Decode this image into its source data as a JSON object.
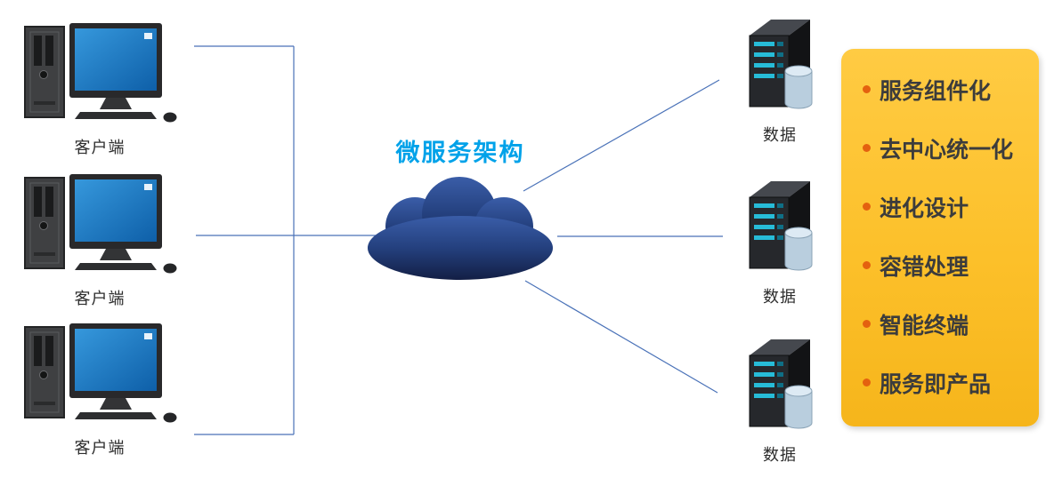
{
  "diagram_title": "微服务架构",
  "clients": [
    {
      "label": "客户端"
    },
    {
      "label": "客户端"
    },
    {
      "label": "客户端"
    }
  ],
  "servers": [
    {
      "label": "数据"
    },
    {
      "label": "数据"
    },
    {
      "label": "数据"
    }
  ],
  "panel": {
    "items": [
      {
        "label": "服务组件化"
      },
      {
        "label": "去中心统一化"
      },
      {
        "label": "进化设计"
      },
      {
        "label": "容错处理"
      },
      {
        "label": "智能终端"
      },
      {
        "label": "服务即产品"
      }
    ]
  },
  "colors": {
    "title_text": "#00A2E9",
    "panel_background": "#FCC02A",
    "panel_bullet": "#E4610F",
    "panel_text": "#3C3C3C",
    "connector_line": "#4A72B8",
    "cloud_top": "#3A5DA8",
    "cloud_bottom": "#131F45",
    "monitor_screen": "#1472B8"
  }
}
